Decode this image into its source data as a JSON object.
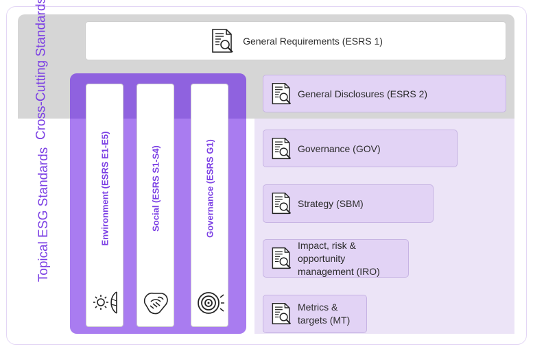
{
  "cross_cutting": {
    "title": "Cross-Cutting Standards",
    "general_requirements": "General Requirements (ESRS 1)",
    "general_disclosures": "General Disclosures (ESRS 2)"
  },
  "topical": {
    "title": "Topical ESG Standards",
    "pillars": [
      {
        "label": "Environment (ESRS E1-E5)",
        "icon": "sun-leaf-icon"
      },
      {
        "label": "Social (ESRS S1-S4)",
        "icon": "handshake-icon"
      },
      {
        "label": "Governance (ESRS G1)",
        "icon": "target-icon"
      }
    ],
    "disclosures": [
      {
        "label": "Governance (GOV)"
      },
      {
        "label": "Strategy (SBM)"
      },
      {
        "label": "Impact, risk & opportunity management (IRO)"
      },
      {
        "label": "Metrics & targets (MT)"
      }
    ]
  },
  "colors": {
    "accent": "#7b3fe4",
    "pillar_box": "#a97cf0",
    "cross_band": "#d6d6d6",
    "card_fill": "#e2d3f5"
  }
}
